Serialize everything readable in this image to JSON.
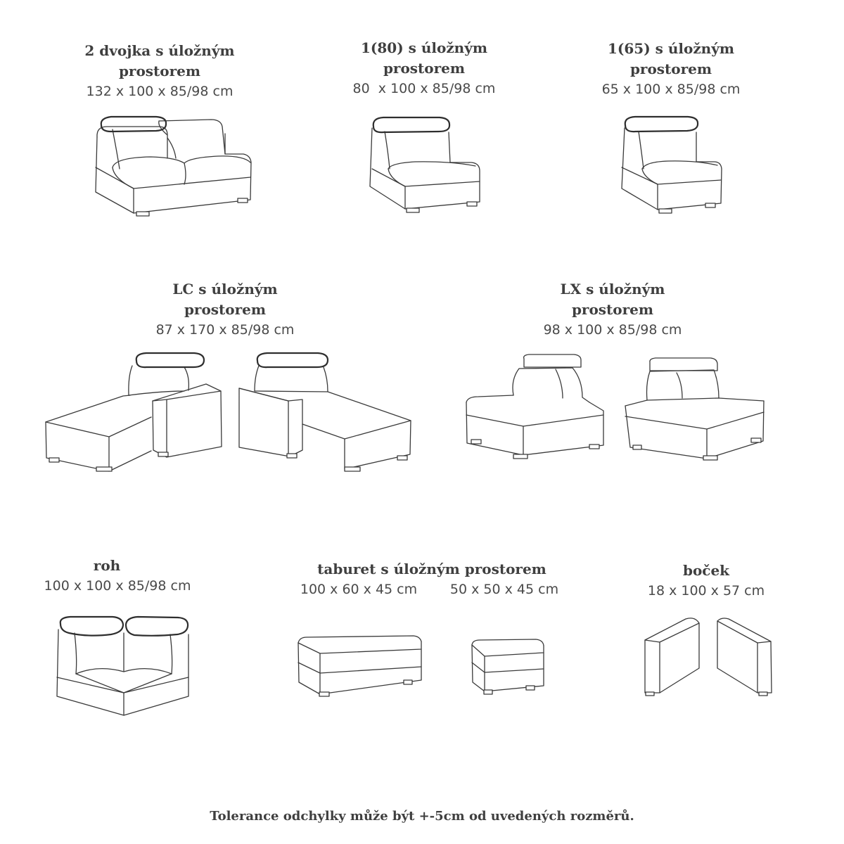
{
  "modules": [
    {
      "id": "dvojka",
      "name_line1": "2 dvojka s úložným",
      "name_line2": "prostorem",
      "dims": "132 x 100 x 85/98 cm"
    },
    {
      "id": "single-80",
      "name_line1": "1(80) s úložným",
      "name_line2": "prostorem",
      "dims": "80  x 100 x 85/98 cm"
    },
    {
      "id": "single-65",
      "name_line1": "1(65) s úložným",
      "name_line2": "prostorem",
      "dims": "65 x 100 x 85/98 cm"
    },
    {
      "id": "lc",
      "name_line1": "LC s úložným",
      "name_line2": "prostorem",
      "dims": "87 x 170 x 85/98 cm"
    },
    {
      "id": "lx",
      "name_line1": "LX s úložným",
      "name_line2": "prostorem",
      "dims": "98 x 100 x 85/98 cm"
    },
    {
      "id": "roh",
      "name_line1": "roh",
      "dims": "100 x 100 x 85/98 cm"
    },
    {
      "id": "taburet",
      "name_line1": "taburet s úložným prostorem",
      "dims_a": "100 x 60 x 45 cm",
      "dims_b": "50 x 50 x 45 cm"
    },
    {
      "id": "bocek",
      "name_line1": "boček",
      "dims": "18 x 100 x 57 cm"
    }
  ],
  "footer": "Tolerance odchylky může být +-5cm od uvedených rozměrů."
}
